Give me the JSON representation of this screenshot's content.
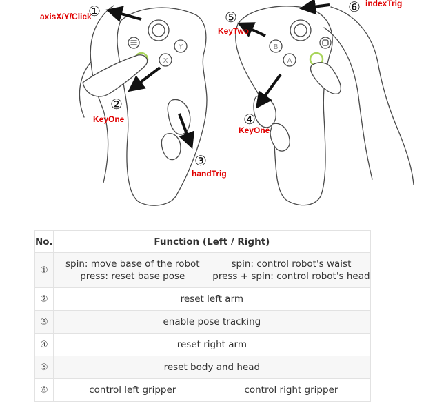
{
  "diagram": {
    "callouts": [
      {
        "number": "①",
        "label": "axisX/Y/Click"
      },
      {
        "number": "②",
        "label": "KeyOne"
      },
      {
        "number": "③",
        "label": "handTrig"
      },
      {
        "number": "④",
        "label": "KeyOne"
      },
      {
        "number": "⑤",
        "label": "KeyTwo"
      },
      {
        "number": "⑥",
        "label": "indexTrig"
      }
    ],
    "buttons": {
      "left": [
        "X",
        "Y"
      ],
      "right": [
        "A",
        "B"
      ]
    },
    "colors": {
      "outline": "#4a4a4a",
      "label": "#e00000",
      "highlight": "#a8d45a",
      "arrow": "#111111"
    }
  },
  "table": {
    "headers": [
      "No.",
      "Function (Left / Right)"
    ],
    "rows": [
      {
        "no": "①",
        "left": [
          "spin: move base of the robot",
          "press: reset base pose"
        ],
        "right": [
          "spin: control robot's waist",
          "press + spin: control robot's head"
        ]
      },
      {
        "no": "②",
        "both": "reset left arm"
      },
      {
        "no": "③",
        "both": "enable pose tracking"
      },
      {
        "no": "④",
        "both": "reset right arm"
      },
      {
        "no": "⑤",
        "both": "reset body and head"
      },
      {
        "no": "⑥",
        "left": [
          "control left gripper"
        ],
        "right": [
          "control right gripper"
        ]
      }
    ]
  }
}
